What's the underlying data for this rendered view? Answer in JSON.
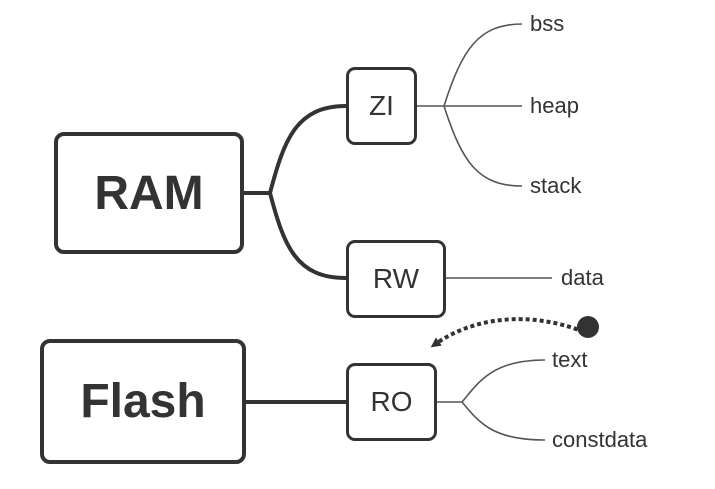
{
  "nodes": {
    "ram": "RAM",
    "flash": "Flash",
    "zi": "ZI",
    "rw": "RW",
    "ro": "RO"
  },
  "leaves": {
    "bss": "bss",
    "heap": "heap",
    "stack": "stack",
    "data": "data",
    "text": "text",
    "constdata": "constdata"
  },
  "colors": {
    "stroke": "#333333",
    "thin_line": "#555555",
    "background": "#ffffff"
  }
}
